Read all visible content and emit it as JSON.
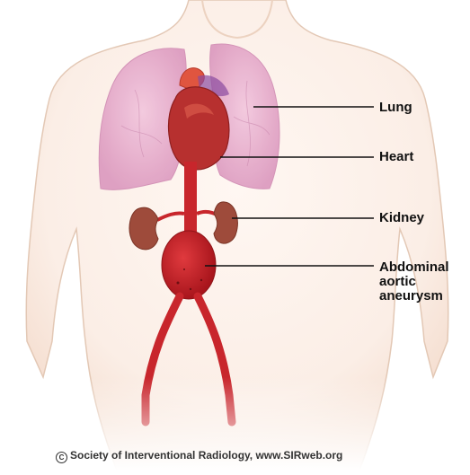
{
  "labels": {
    "lung": "Lung",
    "heart": "Heart",
    "kidney": "Kidney",
    "abdominal_aortic_aneurysm": "Abdominal\naortic\naneurysm"
  },
  "credit": {
    "symbol": "C",
    "text": "Society of Interventional Radiology, www.SIRweb.org"
  },
  "colors": {
    "skin": "#fbeee6",
    "skin_outline": "#e3c8b5",
    "lung": "#e9b3d0",
    "heart": "#b7302f",
    "aorta": "#c8262c",
    "kidney": "#9e4b3b",
    "leader_line": "#111111"
  }
}
